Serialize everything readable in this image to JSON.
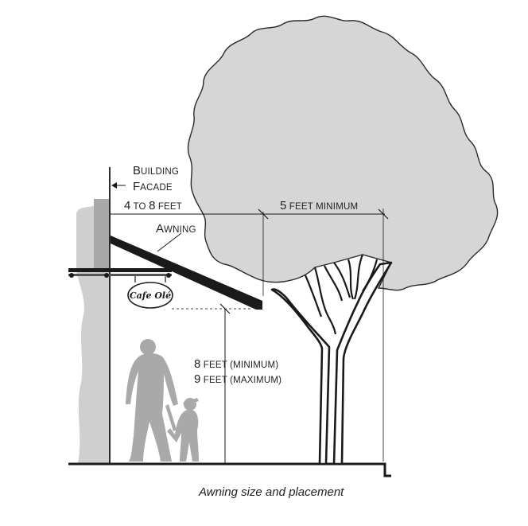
{
  "labels": {
    "building_a_big": "B",
    "building_a_small": "UILDING",
    "building_b_big": "F",
    "building_b_small": "ACADE",
    "awning_left_big": "4",
    "awning_left_small": " TO ",
    "awning_left_big2": "8",
    "awning_left_small2": " FEET",
    "tree_clear_big": "5",
    "tree_clear_small": " FEET MINIMUM",
    "awning_big": "A",
    "awning_small": "WNING",
    "height_min_big": "8",
    "height_min_small": " FEET (MINIMUM)",
    "height_max_big": "9",
    "height_max_small": " FEET (MAXIMUM)",
    "sign_text": "Cafe Olé"
  },
  "caption": "Awning size and placement",
  "colors": {
    "line": "#1a1a1a",
    "tree_fill": "#d6d6d6",
    "people_fill": "#a8a8a8",
    "wall_shade": "#c9c9c9"
  }
}
